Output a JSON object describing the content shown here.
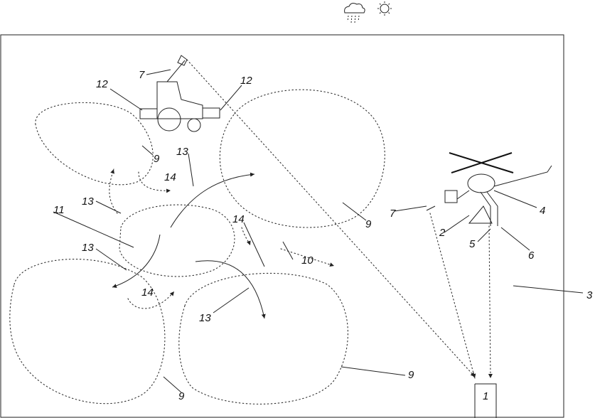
{
  "labels": {
    "weather": {
      "rain": "rain-cloud-icon",
      "sun": "sun-icon"
    },
    "n1": "1",
    "n2": "2",
    "n3": "3",
    "n4": "4",
    "n5": "5",
    "n6": "6",
    "n7a": "7",
    "n7b": "7",
    "n9a": "9",
    "n9b": "9",
    "n9c": "9",
    "n9d": "9",
    "n10": "10",
    "n11": "11",
    "n12a": "12",
    "n12b": "12",
    "n13a": "13",
    "n13b": "13",
    "n13c": "13",
    "n13d": "13",
    "n14a": "14",
    "n14b": "14",
    "n14c": "14"
  }
}
